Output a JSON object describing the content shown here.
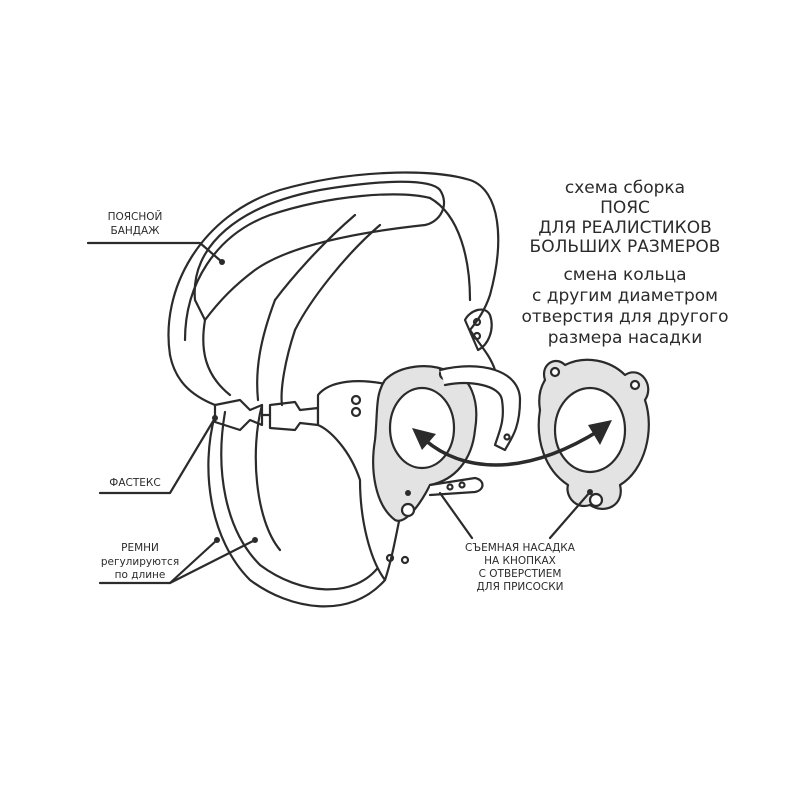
{
  "title": {
    "line1": "схема сборка",
    "line2": "ПОЯС",
    "line3": "ДЛЯ РЕАЛИСТИКОВ",
    "line4": "БОЛЬШИХ РАЗМЕРОВ"
  },
  "subtitle": {
    "line1": "смена кольца",
    "line2": "с другим диаметром",
    "line3": "отверстия для другого",
    "line4": "размера насадки"
  },
  "labels": {
    "waistband": {
      "line1": "ПОЯСНОЙ",
      "line2": "БАНДАЖ"
    },
    "buckle": "ФАСТЕКС",
    "straps": {
      "line1": "РЕМНИ",
      "line2": "регулируются",
      "line3": "по длине"
    },
    "attachment": {
      "line1": "СЪЕМНАЯ НАСАДКА",
      "line2": "НА КНОПКАХ",
      "line3": "С ОТВЕРСТИЕМ",
      "line4": "ДЛЯ ПРИСОСКИ"
    }
  },
  "colors": {
    "line": "#2b2b2b",
    "fill": "#e3e3e3"
  }
}
